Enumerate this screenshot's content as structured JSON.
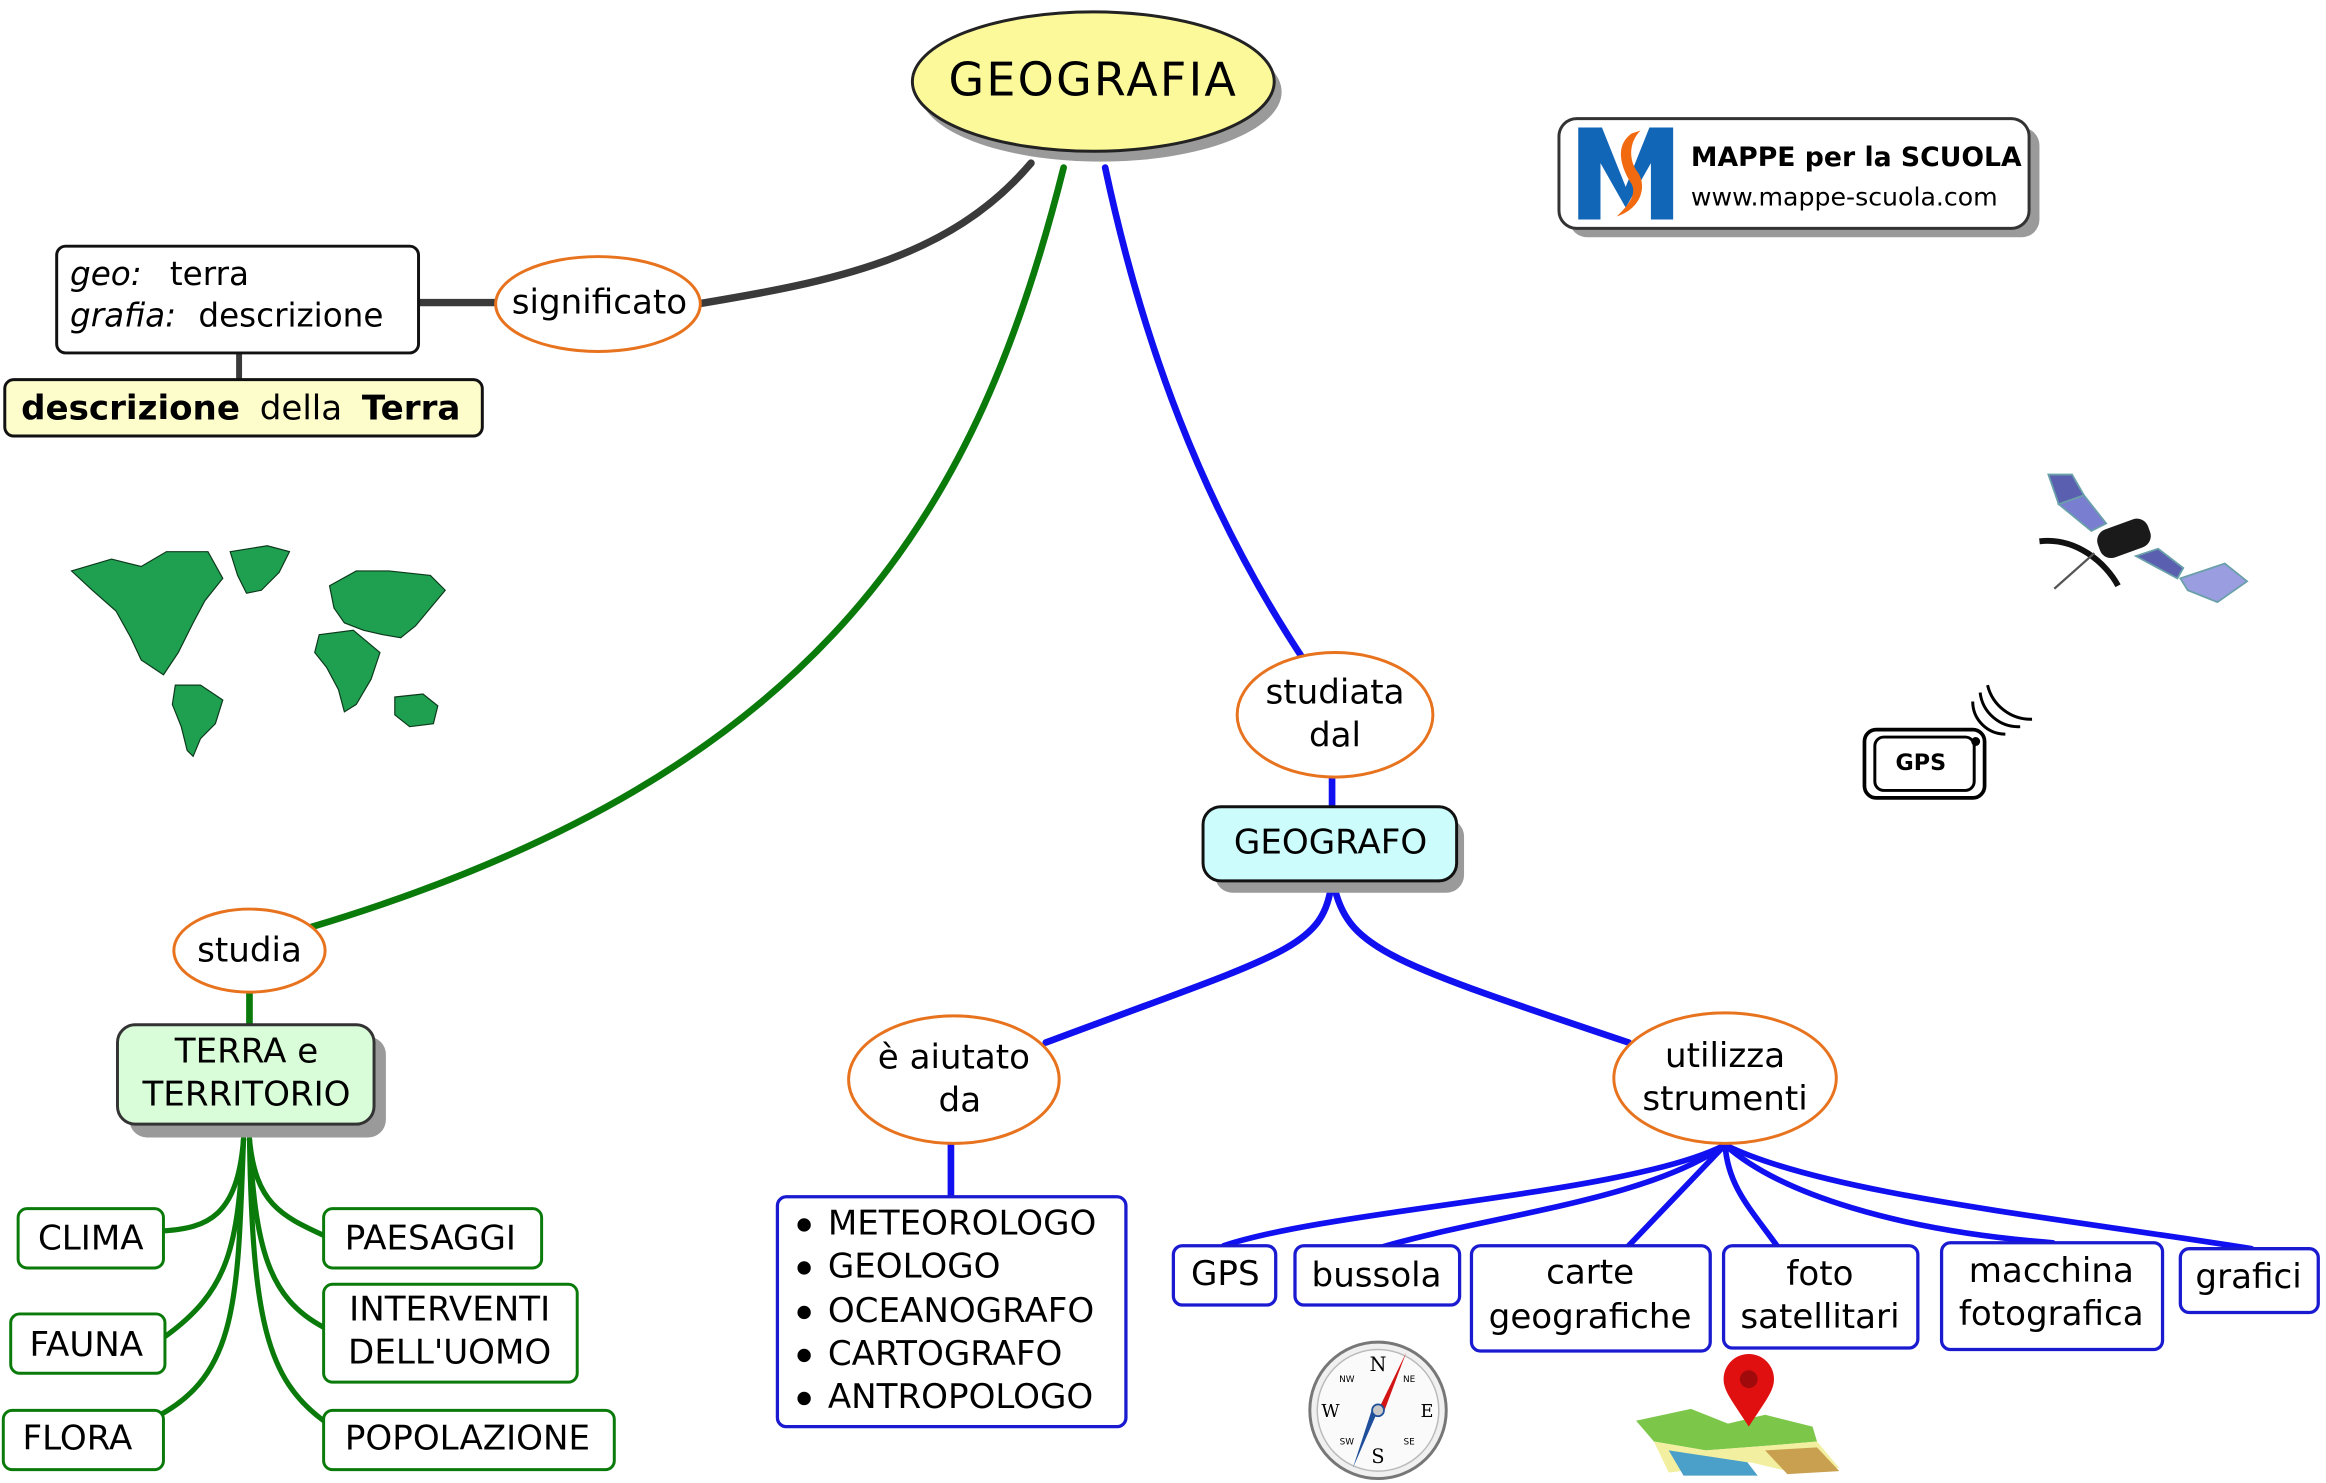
{
  "root": {
    "label": "GEOGRAFIA",
    "fill": "#fbf99a"
  },
  "logo": {
    "title": "MAPPE per la SCUOLA",
    "url": "www.mappe-scuola.com",
    "brand_blue": "#1266b8",
    "brand_orange": "#f26a10"
  },
  "branch_meaning": {
    "link": "significato",
    "definition": {
      "line1_term": "geo:",
      "line1_value": "terra",
      "line2_term": "grafia:",
      "line2_value": "descrizione"
    },
    "result": {
      "bold1": "descrizione",
      "normal": "della",
      "bold2": "Terra"
    }
  },
  "branch_studies": {
    "link": "studia",
    "node": {
      "line1": "TERRA e",
      "line2": "TERRITORIO"
    },
    "children": [
      {
        "label": "CLIMA"
      },
      {
        "label": "FAUNA"
      },
      {
        "label": "FLORA"
      },
      {
        "label": "PAESAGGI"
      },
      {
        "label_line1": "INTERVENTI",
        "label_line2": "DELL'UOMO"
      },
      {
        "label": "POPOLAZIONE"
      }
    ]
  },
  "branch_studied_by": {
    "link": {
      "line1": "studiata",
      "line2": "dal"
    },
    "node": "GEOGRAFO",
    "helped": {
      "link": {
        "line1": "è aiutato",
        "line2": "da"
      },
      "items": [
        "METEOROLOGO",
        "GEOLOGO",
        "OCEANOGRAFO",
        "CARTOGRAFO",
        "ANTROPOLOGO"
      ]
    },
    "tools": {
      "link": {
        "line1": "utilizza",
        "line2": "strumenti"
      },
      "items": [
        {
          "line1": "GPS"
        },
        {
          "line1": "bussola"
        },
        {
          "line1": "carte",
          "line2": "geografiche"
        },
        {
          "line1": "foto",
          "line2": "satellitari"
        },
        {
          "line1": "macchina",
          "line2": "fotografica"
        },
        {
          "line1": "grafici"
        }
      ]
    }
  },
  "icons": {
    "gps_device_label": "GPS",
    "compass_letters": {
      "n": "N",
      "s": "S",
      "e": "E",
      "w": "W",
      "ne": "NE",
      "nw": "NW",
      "se": "SE",
      "sw": "SW"
    }
  }
}
